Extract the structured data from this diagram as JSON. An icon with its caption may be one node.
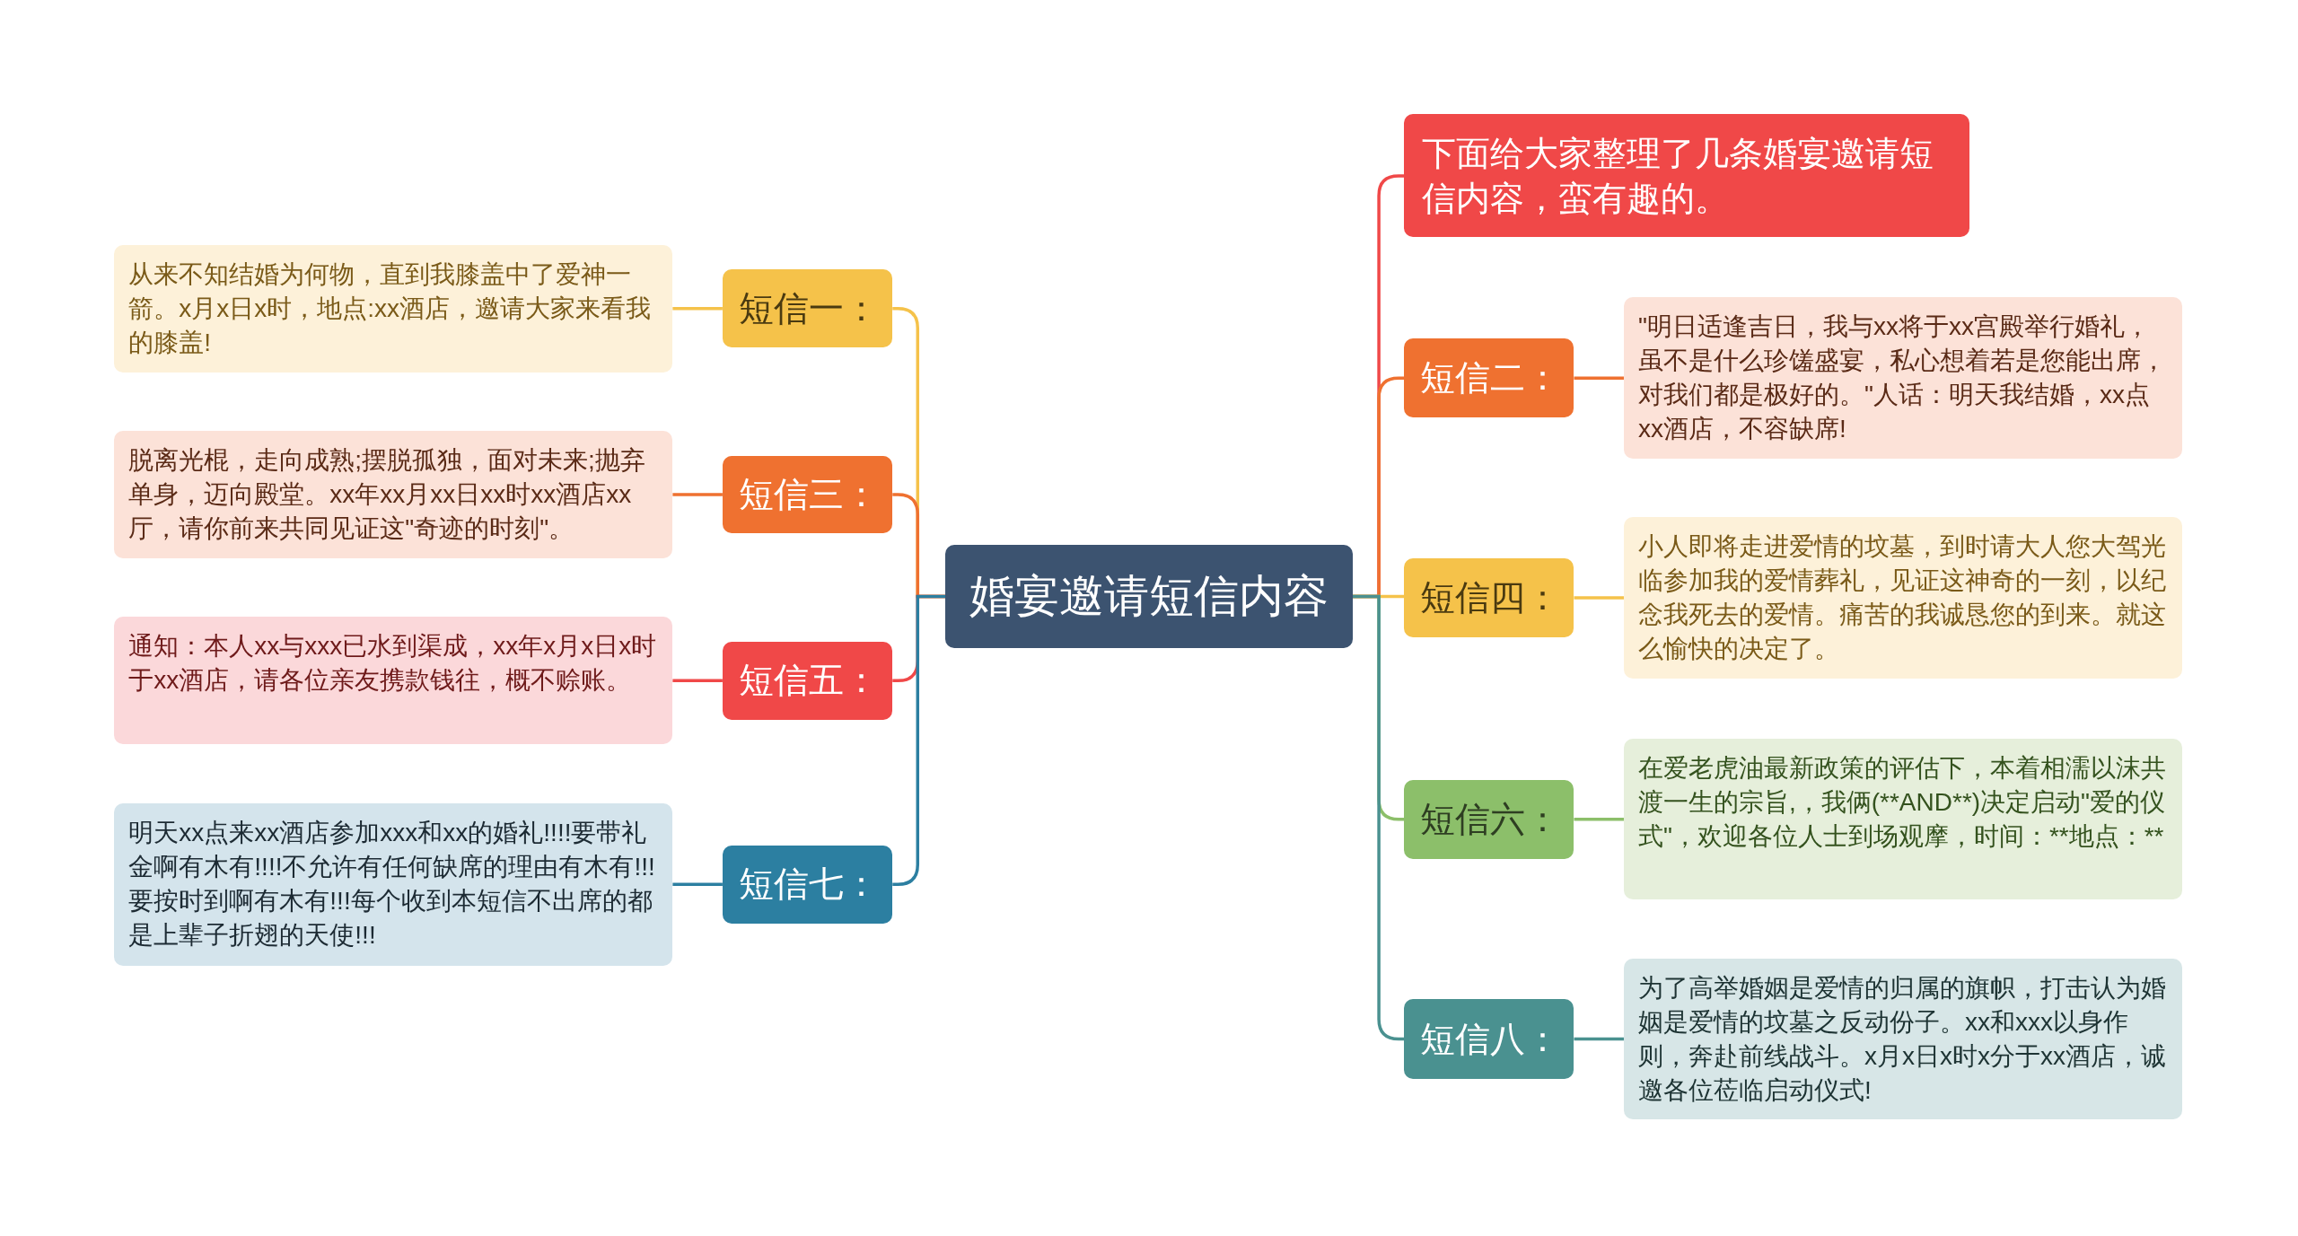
{
  "diagram": {
    "nodes": [
      {
        "text": [
          "婚宴邀请短信内容"
        ]
      },
      {
        "text": [
          "下面给大家整理了几条婚宴邀请短信内容，蛮有趣的。"
        ]
      },
      {
        "text": [
          "短信一："
        ]
      },
      {
        "text": [
          "从来不知结婚为何物，直到我膝盖中了爱神一箭。x月x日x时，地点:xx酒店，邀请大家来看我的膝盖!"
        ]
      },
      {
        "text": [
          "短信二："
        ]
      },
      {
        "text": [
          "\"明日适逢吉日，我与xx将于xx宫殿举行婚礼，虽不是什么珍馐盛宴，私心想着若是您能出席，对我们都是极好的。\"人话：明天我结婚，xx点xx酒店，不容缺席!"
        ]
      },
      {
        "text": [
          "短信三："
        ]
      },
      {
        "text": [
          "脱离光棍，走向成熟;摆脱孤独，面对未来;抛弃单身，迈向殿堂。xx年xx月xx日xx时xx酒店xx厅，请你前来共同见证这\"奇迹的时刻\"。"
        ]
      },
      {
        "text": [
          "短信四："
        ]
      },
      {
        "text": [
          "小人即将走进爱情的坟墓，到时请大人您大驾光临参加我的爱情葬礼，见证这神奇的一刻，以纪念我死去的爱情。痛苦的我诚恳您的到来。就这么愉快的决定了。"
        ]
      },
      {
        "text": [
          "短信五："
        ]
      },
      {
        "text": [
          "通知：本人xx与xxx已水到渠成，xx年x月x日x时于xx酒店，请各位亲友携款钱往，概不赊账。"
        ]
      },
      {
        "text": [
          "短信六："
        ]
      },
      {
        "text": [
          "在爱老虎油最新政策的评估下，本着相濡以沫共渡一生的宗旨,，我俩(**AND**)决定启动\"爱的仪式\"，欢迎各位人士到场观摩，时间：**地点：**"
        ]
      },
      {
        "text": [
          "短信七："
        ]
      },
      {
        "text": [
          "明天xx点来xx酒店参加xxx和xx的婚礼!!!!要带礼金啊有木有!!!!不允许有任何缺席的理由有木有!!!要按时到啊有木有!!!每个收到本短信不出席的都是上辈子折翅的天使!!!"
        ]
      },
      {
        "text": [
          "短信八："
        ]
      },
      {
        "text": [
          "为了高举婚姻是爱情的归属的旗帜，打击认为婚姻是爱情的坟墓之反动份子。xx和xxx以身作则，奔赴前线战斗。x月x日x时x分于xx酒店，诚邀各位莅临启动仪式!"
        ]
      }
    ],
    "edges": [
      {
        "from": 0,
        "to": 1,
        "arrow": "none",
        "color": "#f04848"
      },
      {
        "from": 0,
        "to": 2,
        "arrow": "none",
        "color": "#f5c24a"
      },
      {
        "from": 2,
        "to": 3,
        "arrow": "none",
        "color": "#f5c24a"
      },
      {
        "from": 0,
        "to": 4,
        "arrow": "none",
        "color": "#ef7130"
      },
      {
        "from": 4,
        "to": 5,
        "arrow": "none",
        "color": "#ef7130"
      },
      {
        "from": 0,
        "to": 6,
        "arrow": "none",
        "color": "#ef7130"
      },
      {
        "from": 6,
        "to": 7,
        "arrow": "none",
        "color": "#ef7130"
      },
      {
        "from": 0,
        "to": 8,
        "arrow": "none",
        "color": "#f5c24a"
      },
      {
        "from": 8,
        "to": 9,
        "arrow": "none",
        "color": "#f5c24a"
      },
      {
        "from": 0,
        "to": 10,
        "arrow": "none",
        "color": "#f04848"
      },
      {
        "from": 10,
        "to": 11,
        "arrow": "none",
        "color": "#f04848"
      },
      {
        "from": 0,
        "to": 12,
        "arrow": "none",
        "color": "#8cbf6a"
      },
      {
        "from": 12,
        "to": 13,
        "arrow": "none",
        "color": "#8cbf6a"
      },
      {
        "from": 0,
        "to": 14,
        "arrow": "none",
        "color": "#2c7fa1"
      },
      {
        "from": 14,
        "to": 15,
        "arrow": "none",
        "color": "#2c7fa1"
      },
      {
        "from": 0,
        "to": 16,
        "arrow": "none",
        "color": "#4a9190"
      },
      {
        "from": 16,
        "to": 17,
        "arrow": "none",
        "color": "#4a9190"
      }
    ]
  }
}
